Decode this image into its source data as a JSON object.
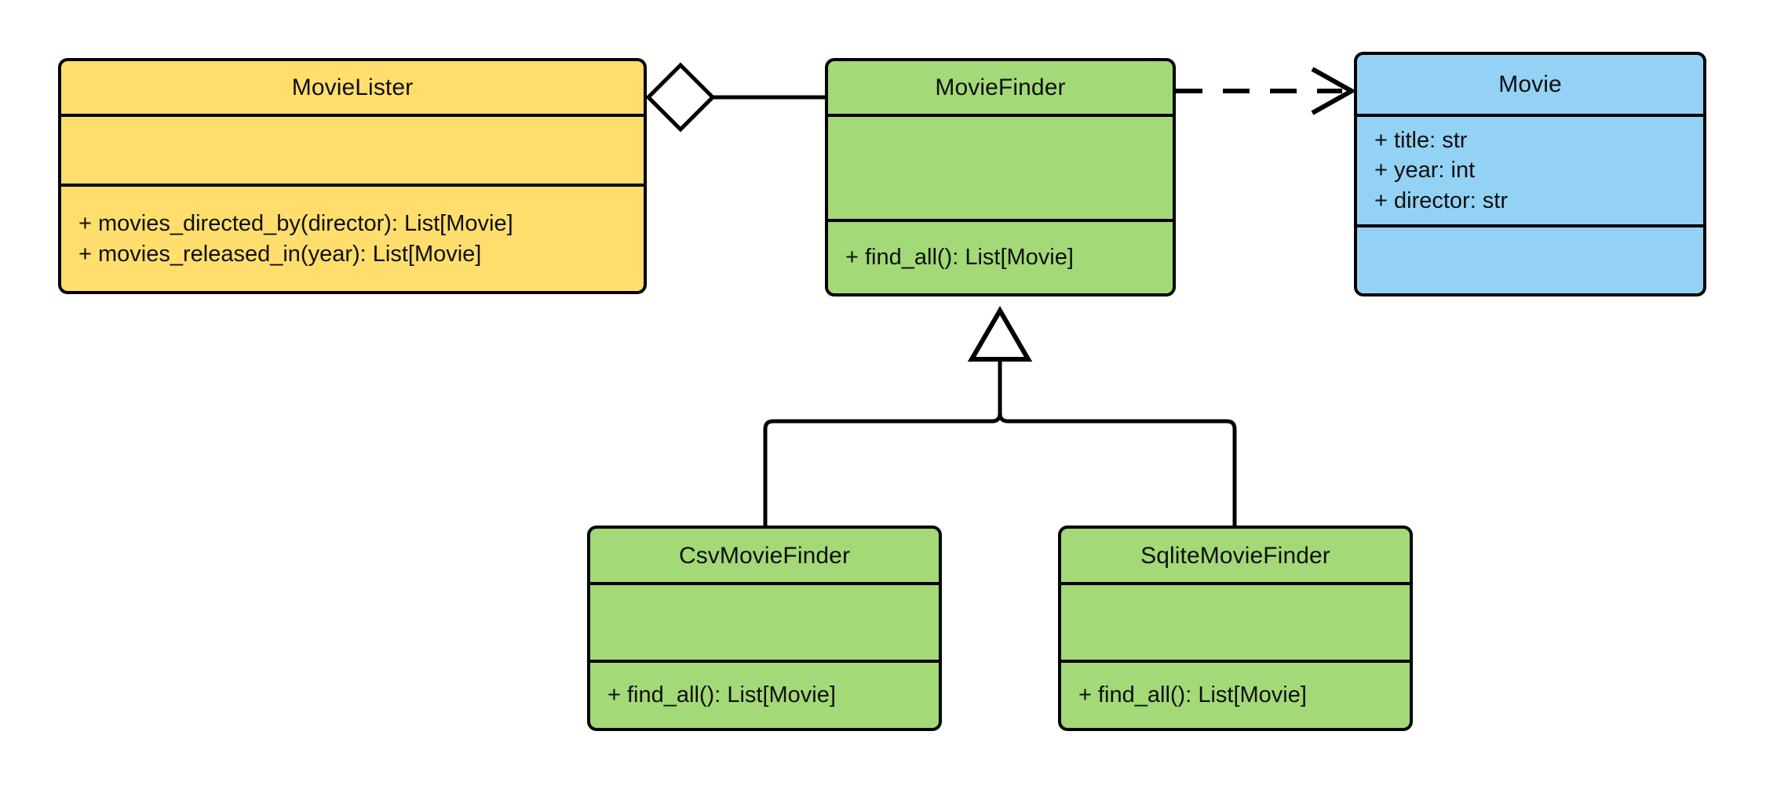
{
  "diagram": {
    "type": "uml-class-diagram",
    "background": "#ffffff",
    "stroke": "#000000",
    "colors": {
      "yellow": "#ffde6e",
      "green": "#a3d977",
      "blue": "#93d2f5",
      "line": "#000000"
    }
  },
  "classes": [
    {
      "id": "movie-lister",
      "name": "MovieLister",
      "color": "#ffde6e",
      "attributes": [],
      "methods": [
        "+ movies_directed_by(director): List[Movie]",
        "+ movies_released_in(year): List[Movie]"
      ]
    },
    {
      "id": "movie-finder",
      "name": "MovieFinder",
      "color": "#a3d977",
      "attributes": [],
      "methods": [
        "+ find_all(): List[Movie]"
      ]
    },
    {
      "id": "movie",
      "name": "Movie",
      "color": "#93d2f5",
      "attributes": [
        "+ title: str",
        "+ year: int",
        "+ director: str"
      ],
      "methods": []
    },
    {
      "id": "csv-movie-finder",
      "name": "CsvMovieFinder",
      "color": "#a3d977",
      "attributes": [],
      "methods": [
        "+ find_all(): List[Movie]"
      ]
    },
    {
      "id": "sqlite-movie-finder",
      "name": "SqliteMovieFinder",
      "color": "#a3d977",
      "attributes": [],
      "methods": [
        "+ find_all(): List[Movie]"
      ]
    }
  ],
  "relationships": [
    {
      "id": "lister-aggregates-finder",
      "kind": "aggregation",
      "from": "MovieLister",
      "to": "MovieFinder",
      "marker": "hollow-diamond",
      "line": "solid"
    },
    {
      "id": "finder-depends-movie",
      "kind": "dependency",
      "from": "MovieFinder",
      "to": "Movie",
      "marker": "open-arrow",
      "line": "dashed"
    },
    {
      "id": "csv-inherits-finder",
      "kind": "generalization",
      "from": "CsvMovieFinder",
      "to": "MovieFinder",
      "marker": "hollow-triangle",
      "line": "solid"
    },
    {
      "id": "sqlite-inherits-finder",
      "kind": "generalization",
      "from": "SqliteMovieFinder",
      "to": "MovieFinder",
      "marker": "hollow-triangle",
      "line": "solid"
    }
  ]
}
